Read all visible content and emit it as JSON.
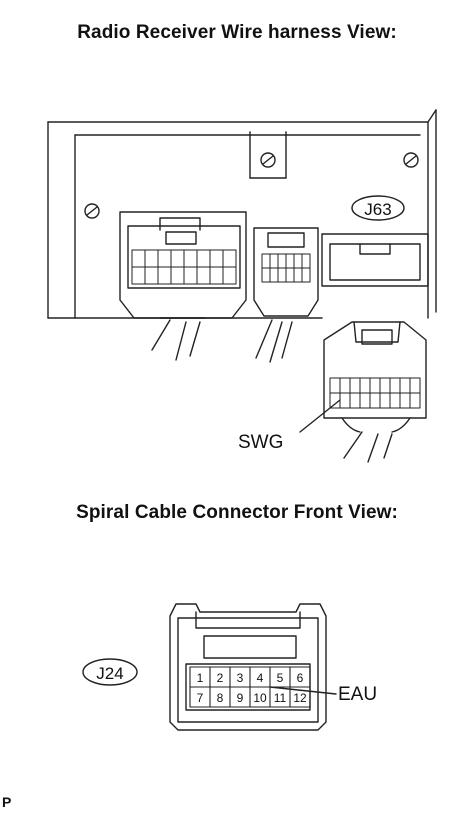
{
  "section_1": {
    "title": "Radio Receiver Wire harness View:",
    "connector_id": "J63",
    "callout_label": "SWG"
  },
  "section_2": {
    "title": "Spiral Cable Connector Front View:",
    "connector_id": "J24",
    "callout_label": "EAU",
    "pins_top": [
      "1",
      "2",
      "3",
      "4",
      "5",
      "6"
    ],
    "pins_bottom": [
      "7",
      "8",
      "9",
      "10",
      "11",
      "12"
    ]
  },
  "footer": {
    "corner_mark": "P"
  }
}
